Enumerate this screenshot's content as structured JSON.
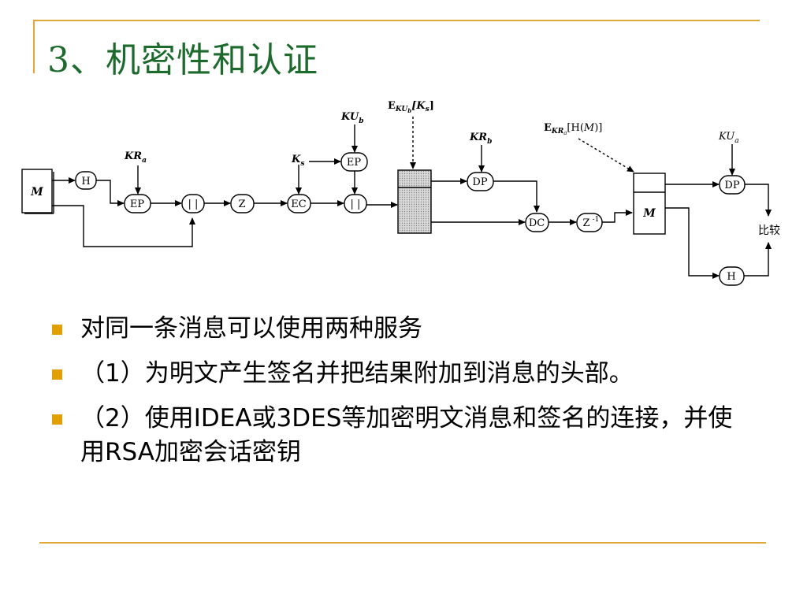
{
  "title": "3、机密性和认证",
  "diagram": {
    "nodes": {
      "m_src": "M",
      "h1": "H",
      "ep1": "EP",
      "concat1": "| |",
      "z": "Z",
      "ec": "EC",
      "ep2": "EP",
      "concat2": "| |",
      "dp1": "DP",
      "dc": "DC",
      "zinv": "Z",
      "zinv_sup": "-1",
      "m_dst": "M",
      "dp2": "DP",
      "h2": "H",
      "compare": "比较"
    },
    "labels": {
      "kra_base": "KR",
      "kra_sub": "a",
      "ks_base": "K",
      "ks_sub": "s",
      "kub_base": "KU",
      "kub_sub": "b",
      "ekub_e": "E",
      "ekub_sub": "KU",
      "ekub_subsub": "b",
      "ekub_arg": "[K",
      "ekub_arg_sub": "s",
      "ekub_close": "]",
      "krb_base": "KR",
      "krb_sub": "b",
      "ekra_e": "E",
      "ekra_sub": "KR",
      "ekra_subsub": "a",
      "ekra_arg": "[H(",
      "ekra_m": "M",
      "ekra_close": ")]",
      "kua_base": "KU",
      "kua_sub": "a"
    }
  },
  "bullets": [
    "对同一条消息可以使用两种服务",
    "（1）为明文产生签名并把结果附加到消息的头部。",
    "（2）使用IDEA或3DES等加密明文消息和签名的连接，并使用RSA加密会话密钥"
  ],
  "colors": {
    "accent_rule": "#e0a838",
    "title": "#1c6a2c",
    "bullet": "#e0a100"
  }
}
